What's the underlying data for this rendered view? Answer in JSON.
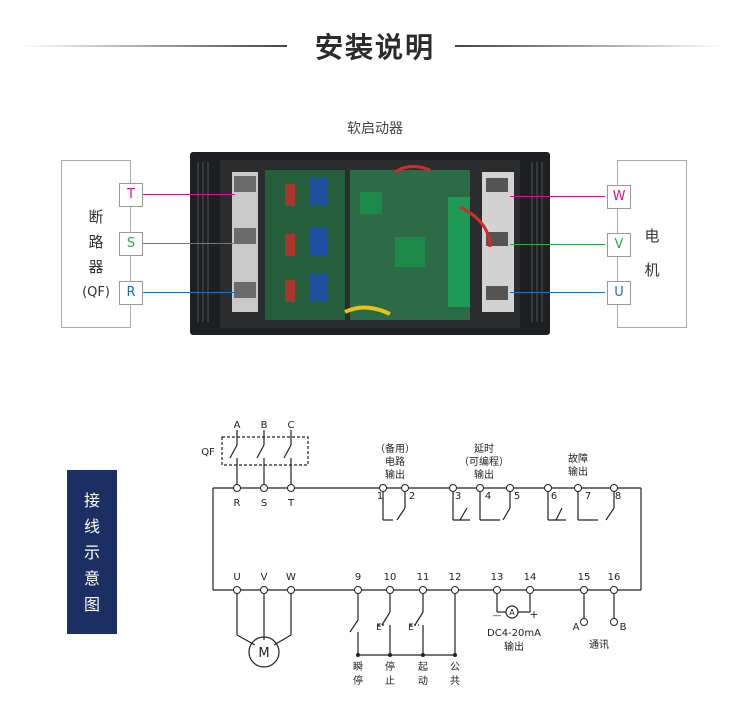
{
  "header": {
    "title": "安装说明"
  },
  "photo": {
    "caption": "软启动器",
    "left_panel": {
      "label_lines": [
        "断",
        "路",
        "器",
        "(QF)"
      ]
    },
    "right_panel": {
      "label_lines": [
        "电",
        "机"
      ]
    },
    "input_terminals": [
      {
        "label": "T",
        "color": "#d4148c"
      },
      {
        "label": "S",
        "color": "#2ca84a"
      },
      {
        "label": "R",
        "color": "#1a6fb5"
      }
    ],
    "output_terminals": [
      {
        "label": "W",
        "color": "#d4148c"
      },
      {
        "label": "V",
        "color": "#2ca84a"
      },
      {
        "label": "U",
        "color": "#1a6fb5"
      }
    ]
  },
  "wiring": {
    "side_tag": [
      "接",
      "线",
      "示",
      "意",
      "图"
    ],
    "qf_label": "QF",
    "phase_labels": [
      "A",
      "B",
      "C"
    ],
    "input_labels": [
      "R",
      "S",
      "T"
    ],
    "output_labels": [
      "U",
      "V",
      "W"
    ],
    "motor_label": "M",
    "relay_groups": [
      {
        "lines": [
          "（备用）",
          "电路",
          "输出"
        ],
        "terminals": [
          "1",
          "2"
        ]
      },
      {
        "lines": [
          "延时",
          "（可编程）",
          "输出"
        ],
        "terminals": [
          "3",
          "4",
          "5"
        ]
      },
      {
        "lines": [
          "故障",
          "输出"
        ],
        "terminals": [
          "6",
          "7",
          "8"
        ]
      }
    ],
    "control_terminals": [
      "9",
      "10",
      "11",
      "12",
      "13",
      "14",
      "15",
      "16"
    ],
    "control_labels": [
      {
        "lines": [
          "瞬",
          "停"
        ]
      },
      {
        "lines": [
          "停",
          "止"
        ]
      },
      {
        "lines": [
          "起",
          "动"
        ]
      },
      {
        "lines": [
          "公",
          "共"
        ]
      }
    ],
    "analog": {
      "minus": "—",
      "plus": "+",
      "meter": "A",
      "line1": "DC4-20mA",
      "line2": "输出"
    },
    "comm": {
      "a": "A",
      "b": "B",
      "label": "通讯"
    },
    "switch_e": "E"
  }
}
